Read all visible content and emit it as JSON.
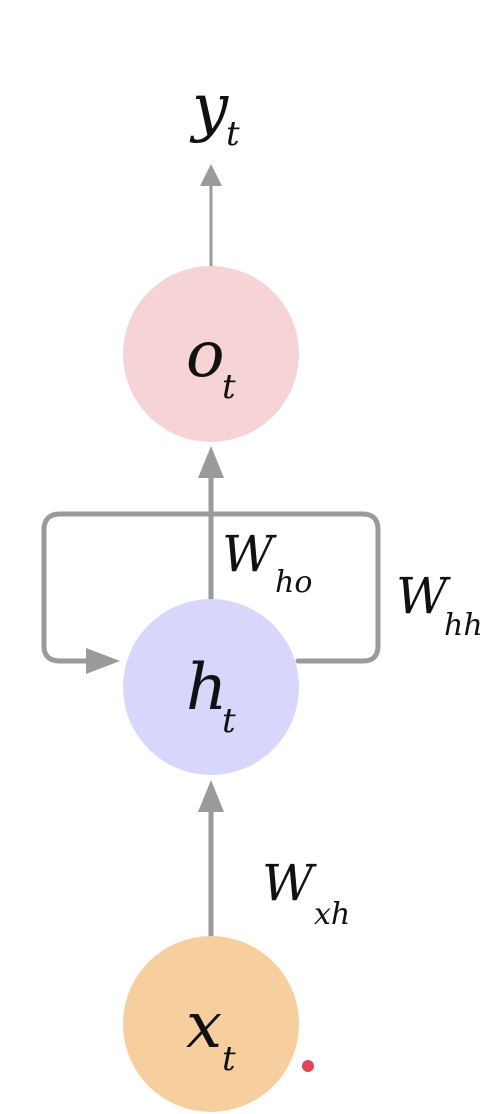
{
  "diagram": {
    "colors": {
      "output_node": "#f6d3d4",
      "hidden_node": "#d6d7fb",
      "input_node": "#f7cf9e",
      "arrow": "#9a9a9a",
      "text": "#111111",
      "dot": "#e0455a"
    },
    "output_label": {
      "main": "y",
      "sub": "t"
    },
    "nodes": {
      "output": {
        "main": "o",
        "sub": "t"
      },
      "hidden": {
        "main": "h",
        "sub": "t"
      },
      "input": {
        "main": "x",
        "sub": "t"
      }
    },
    "weights": {
      "ho": {
        "main": "W",
        "sub": "ho"
      },
      "hh": {
        "main": "W",
        "sub": "hh"
      },
      "xh": {
        "main": "W",
        "sub": "xh"
      }
    }
  }
}
